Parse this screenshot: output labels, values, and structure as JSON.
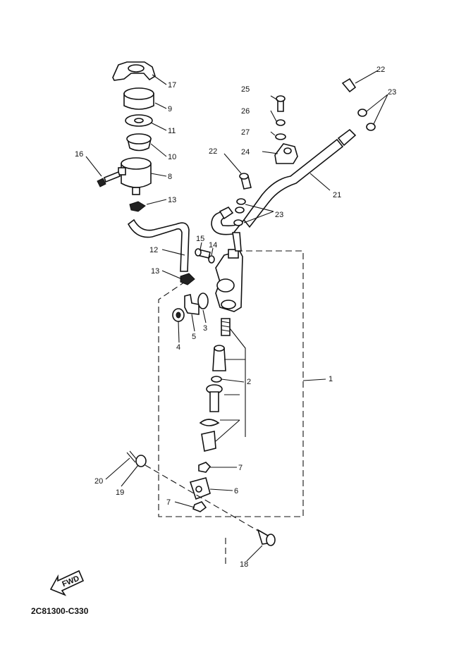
{
  "diagram_code": "2C81300-C330",
  "fwd_label": "FWD",
  "labels": {
    "p1": "1",
    "p2": "2",
    "p3": "3",
    "p4": "4",
    "p5": "5",
    "p6": "6",
    "p7a": "7",
    "p7b": "7",
    "p8": "8",
    "p9": "9",
    "p10": "10",
    "p11": "11",
    "p12": "12",
    "p13a": "13",
    "p13b": "13",
    "p14": "14",
    "p15": "15",
    "p16": "16",
    "p17": "17",
    "p18": "18",
    "p19": "19",
    "p20": "20",
    "p21": "21",
    "p22a": "22",
    "p22b": "22",
    "p23a": "23",
    "p23b": "23",
    "p24": "24",
    "p25": "25",
    "p26": "26",
    "p27": "27"
  }
}
